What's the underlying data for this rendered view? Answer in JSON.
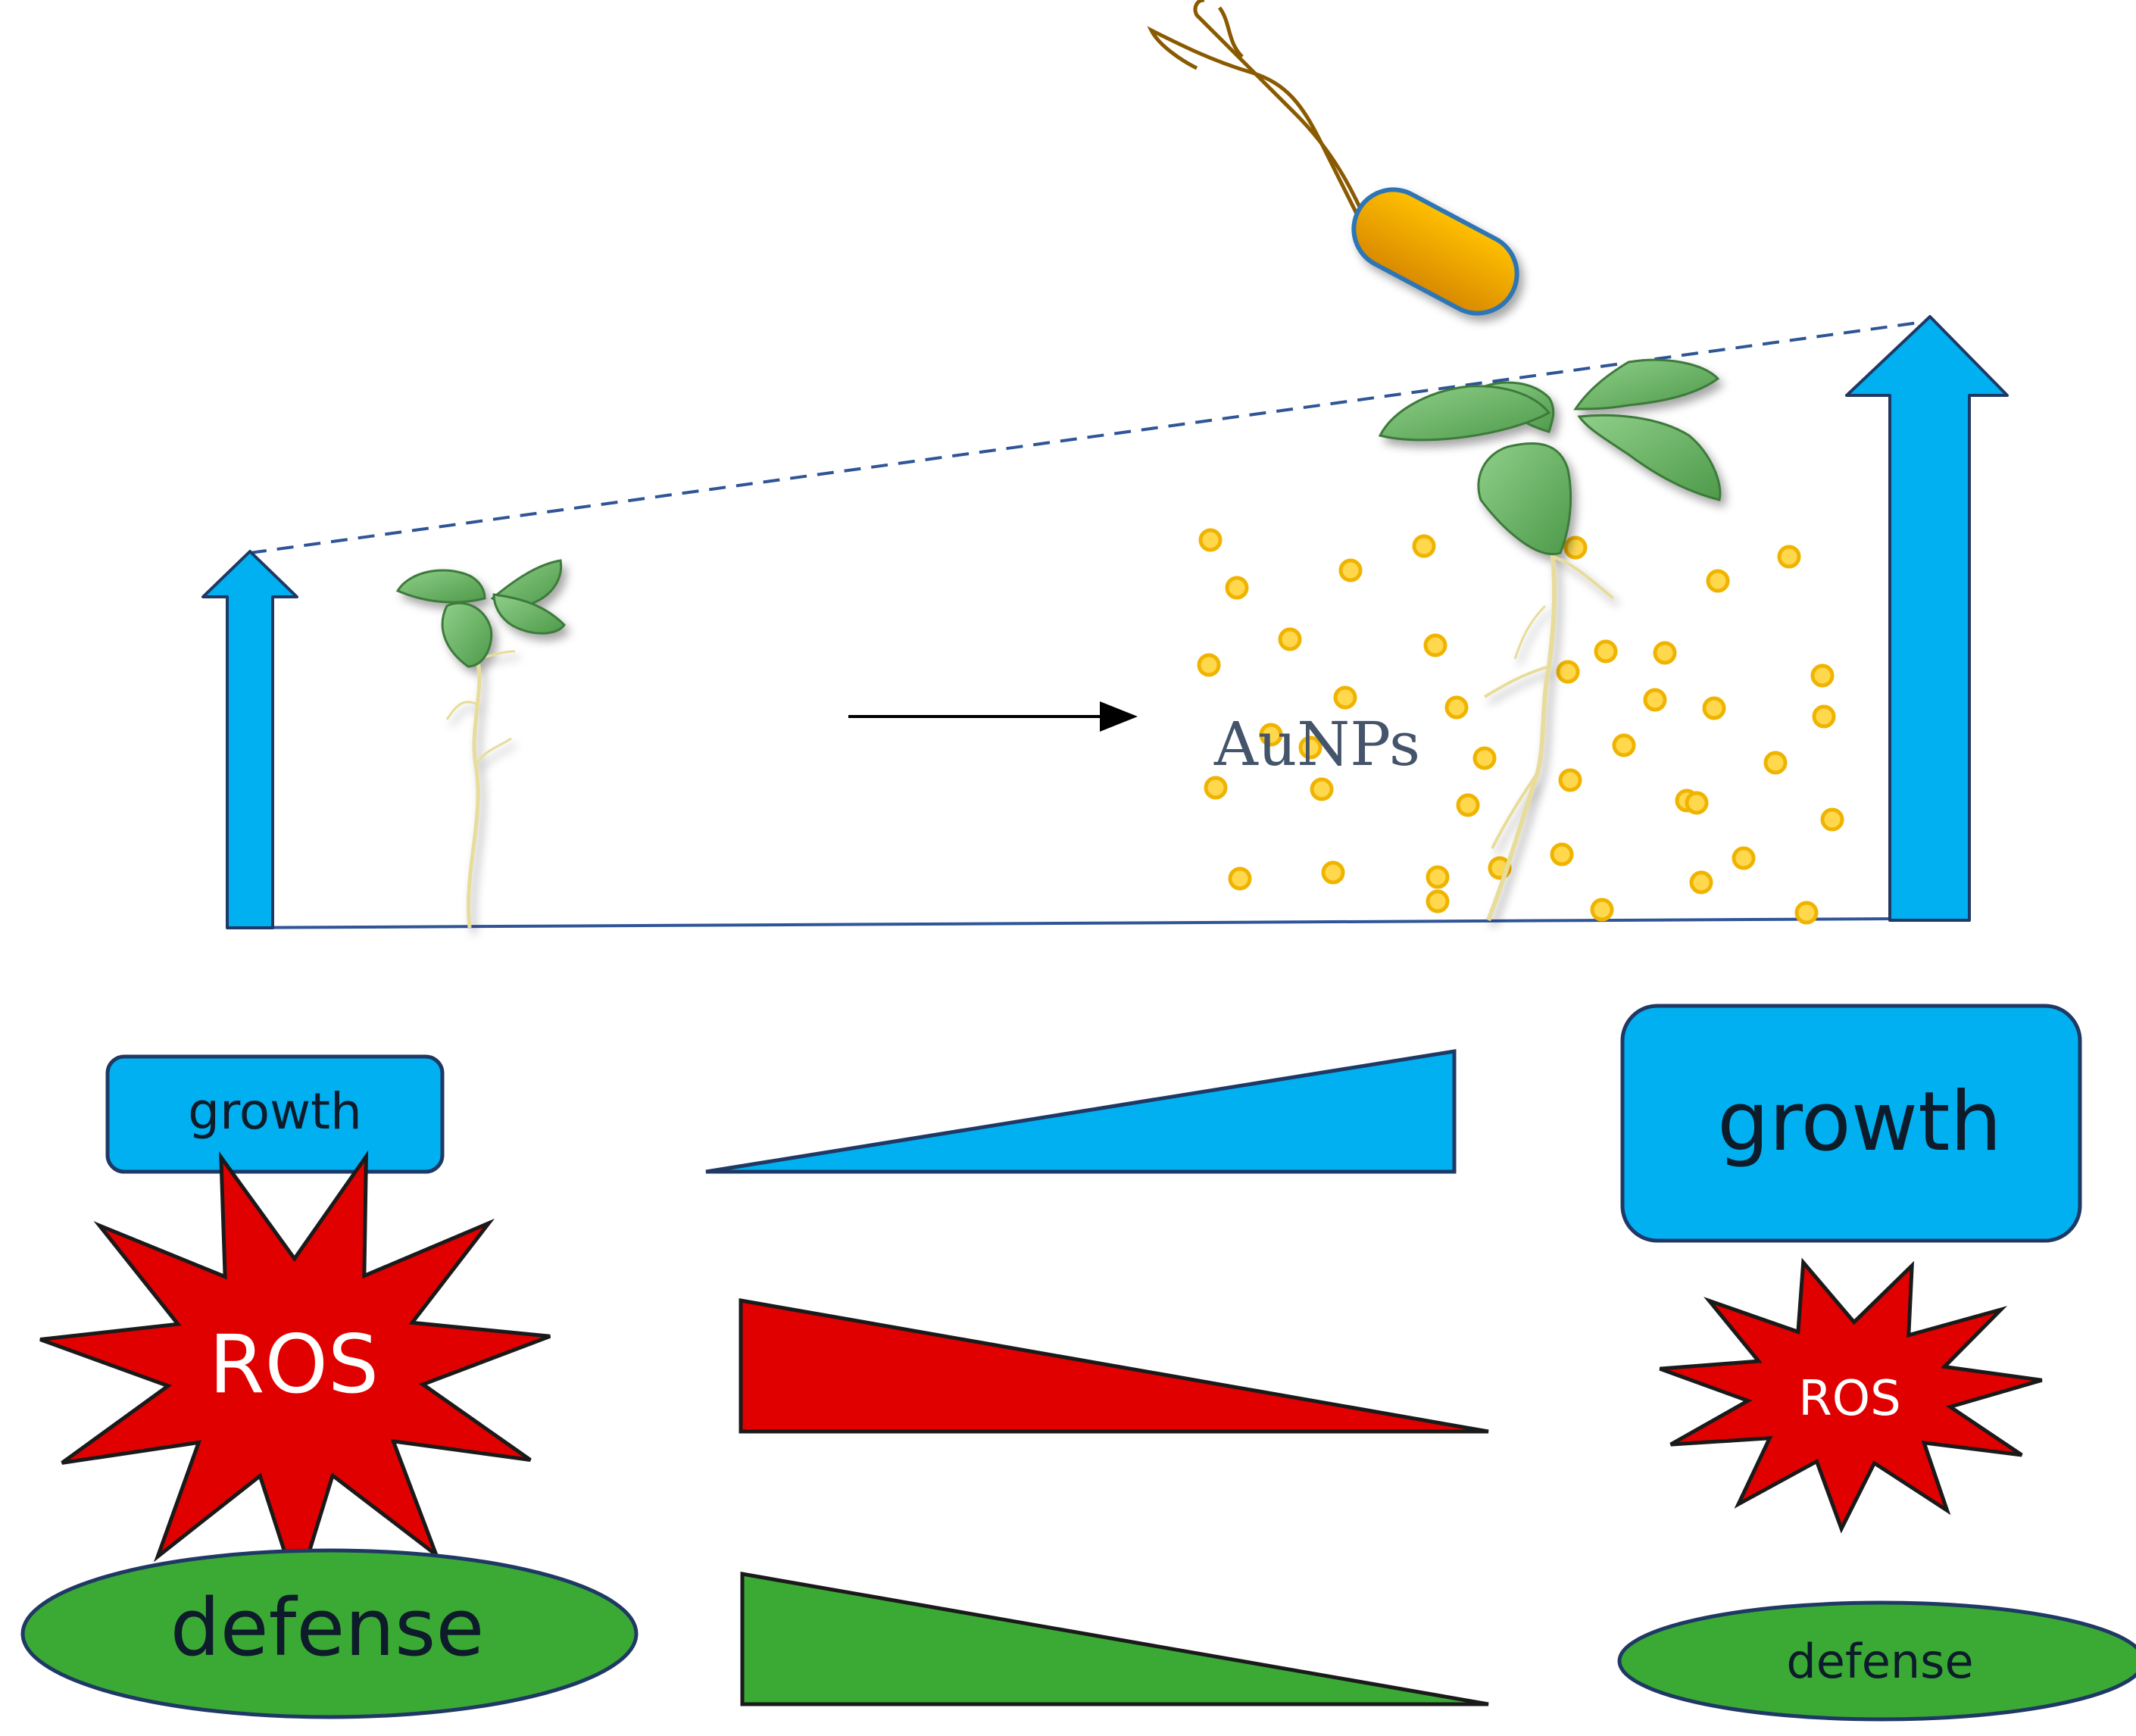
{
  "colors": {
    "growth": "#00b0f0",
    "ros": "#e00000",
    "defense": "#3aaa35",
    "outline": "#1f3864",
    "nanoparticle": "#f5c000",
    "bacterium": "#f5a800",
    "leaf": "#6fb86a",
    "root": "#e8dc9a"
  },
  "top_panel": {
    "treatment_label": "AuNPs",
    "icons": {
      "bacterium": "bacterium-icon",
      "small_plant": "seedling-icon",
      "large_plant": "plant-icon",
      "arrow": "right-arrow-icon"
    }
  },
  "left_column": {
    "growth": "growth",
    "ros": "ROS",
    "defense": "defense"
  },
  "right_column": {
    "growth": "growth",
    "ros": "ROS",
    "defense": "defense"
  },
  "trends": {
    "growth": "increase",
    "ros": "decrease",
    "defense": "decrease"
  }
}
